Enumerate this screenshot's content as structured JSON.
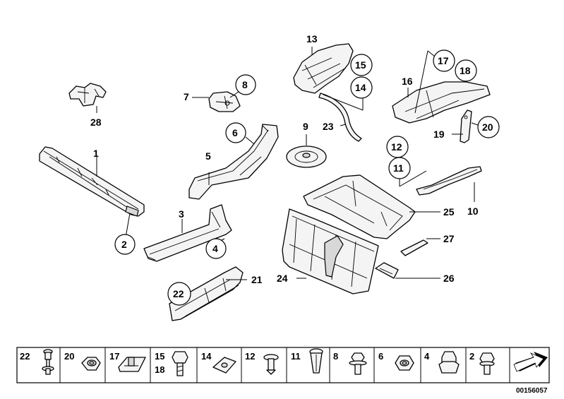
{
  "callouts": {
    "c1": "1",
    "c2": "2",
    "c3": "3",
    "c4": "4",
    "c5": "5",
    "c6": "6",
    "c7": "7",
    "c8": "8",
    "c9": "9",
    "c10": "10",
    "c11": "11",
    "c12": "12",
    "c13": "13",
    "c14": "14",
    "c15": "15",
    "c16": "16",
    "c17": "17",
    "c18": "18",
    "c19": "19",
    "c20": "20",
    "c21": "21",
    "c22": "22",
    "c23": "23",
    "c24": "24",
    "c25": "25",
    "c26": "26",
    "c27": "27",
    "c28": "28"
  },
  "hardware_strip": [
    {
      "id": "22",
      "numbers": [
        "22"
      ],
      "icon": "screw-with-washer-icon"
    },
    {
      "id": "20",
      "numbers": [
        "20"
      ],
      "icon": "collar-nut-icon"
    },
    {
      "id": "17",
      "numbers": [
        "17"
      ],
      "icon": "clip-nut-icon"
    },
    {
      "id": "15-18",
      "numbers": [
        "15",
        "18"
      ],
      "icon": "hex-bolt-icon"
    },
    {
      "id": "14",
      "numbers": [
        "14"
      ],
      "icon": "spring-nut-icon"
    },
    {
      "id": "12",
      "numbers": [
        "12"
      ],
      "icon": "expanding-rivet-icon"
    },
    {
      "id": "11",
      "numbers": [
        "11"
      ],
      "icon": "spreading-rivet-icon"
    },
    {
      "id": "8",
      "numbers": [
        "8"
      ],
      "icon": "collar-screw-icon"
    },
    {
      "id": "6",
      "numbers": [
        "6"
      ],
      "icon": "hex-nut-icon"
    },
    {
      "id": "4",
      "numbers": [
        "4"
      ],
      "icon": "cap-nut-icon"
    },
    {
      "id": "2",
      "numbers": [
        "2"
      ],
      "icon": "flange-screw-icon"
    },
    {
      "id": "arrow",
      "numbers": [],
      "icon": "direction-arrow-icon"
    }
  ],
  "document_number": "00156057"
}
